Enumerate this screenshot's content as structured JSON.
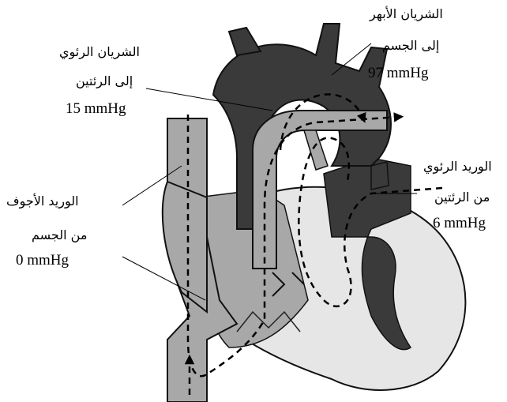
{
  "labels": {
    "aorta": {
      "name": "الشريان الأبهر",
      "destination": "إلى الجسم",
      "pressure": "97 mmHg"
    },
    "pulmonary_artery": {
      "name": "الشريان الرئوي",
      "destination": "إلى الرئتين",
      "pressure": "15 mmHg"
    },
    "vena_cava": {
      "name": "الوريد الأجوف",
      "source": "من الجسم",
      "pressure": "0 mmHg"
    },
    "pulmonary_vein": {
      "name": "الوريد الرئوي",
      "source": "من الرئتين",
      "pressure": "6 mmHg"
    }
  },
  "colors": {
    "left_heart_dark": "#3a3a3a",
    "right_heart_gray": "#a8a8a8",
    "wall_outline": "#111111",
    "myocardium_light": "#e6e6e6",
    "background": "#ffffff"
  }
}
